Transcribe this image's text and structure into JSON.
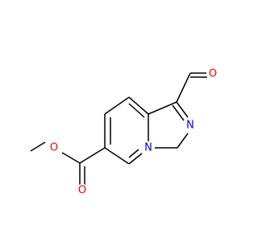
{
  "molecule": {
    "atoms": {
      "aldehyde_oxygen": {
        "symbol": "O",
        "color": "#ff0000"
      },
      "imidazole_nitrogen": {
        "symbol": "N",
        "color": "#0000ff"
      },
      "bridgehead_nitrogen": {
        "symbol": "N",
        "color": "#0000ff"
      },
      "carbonyl_oxygen": {
        "symbol": "O",
        "color": "#ff0000"
      },
      "ether_oxygen": {
        "symbol": "O",
        "color": "#ff0000"
      }
    }
  }
}
